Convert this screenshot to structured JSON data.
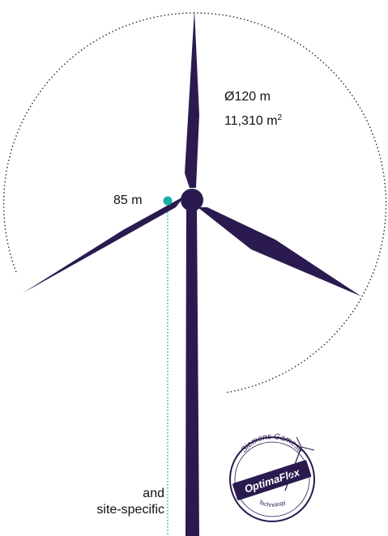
{
  "rotor": {
    "diameter_label": "Ø120 m",
    "swept_area_value": "11,310 m",
    "swept_area_unit_exponent": "2"
  },
  "hub_height_label": "85 m",
  "tower_note": {
    "line1": "and",
    "line2": "site-specific"
  },
  "seal": {
    "top_text": "Siemens Gamesa",
    "center_text": "OptimaFlex",
    "bottom_text": "Technology"
  },
  "colors": {
    "turbine": "#2b1a4f",
    "accent": "#1aaea6",
    "circle": "#333333",
    "text": "#111111"
  }
}
